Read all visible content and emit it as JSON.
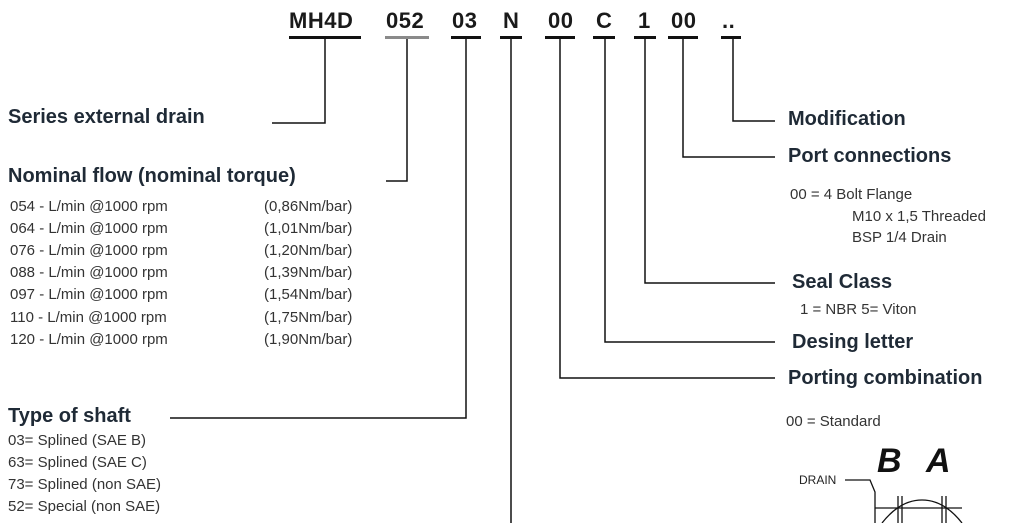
{
  "code": {
    "segments": [
      "MH4D",
      "052",
      "03",
      "N",
      "00",
      "C",
      "1",
      "00",
      ".."
    ]
  },
  "series": {
    "title": "Series external drain"
  },
  "nominal_flow": {
    "title": "Nominal flow (nominal torque)",
    "rows": [
      {
        "flow": "054 - L/min @1000 rpm",
        "torque": "(0,86Nm/bar)"
      },
      {
        "flow": "064 - L/min @1000 rpm",
        "torque": "(1,01Nm/bar)"
      },
      {
        "flow": "076 - L/min @1000 rpm",
        "torque": "(1,20Nm/bar)"
      },
      {
        "flow": "088 - L/min @1000 rpm",
        "torque": "(1,39Nm/bar)"
      },
      {
        "flow": "097 - L/min @1000 rpm",
        "torque": "(1,54Nm/bar)"
      },
      {
        "flow": "110 - L/min @1000 rpm",
        "torque": "(1,75Nm/bar)"
      },
      {
        "flow": "120 - L/min @1000 rpm",
        "torque": "(1,90Nm/bar)"
      }
    ]
  },
  "shaft": {
    "title": "Type of shaft",
    "rows": [
      "03=  Splined (SAE B)",
      "63=  Splined (SAE C)",
      "73=  Splined (non SAE)",
      "52=  Special (non SAE)"
    ]
  },
  "modification": {
    "title": "Modification"
  },
  "port_connections": {
    "title": "Port connections",
    "line1": "00 =  4 Bolt Flange",
    "line2": "M10 x 1,5  Threaded",
    "line3": "BSP 1/4  Drain"
  },
  "seal_class": {
    "title": "Seal Class",
    "options": "1 =  NBR     5= Viton"
  },
  "design_letter": {
    "title": "Desing letter"
  },
  "porting": {
    "title": "Porting combination",
    "option": "00  =   Standard"
  },
  "port_diagram": {
    "drain_label": "DRAIN",
    "port_b": "B",
    "port_a": "A"
  }
}
